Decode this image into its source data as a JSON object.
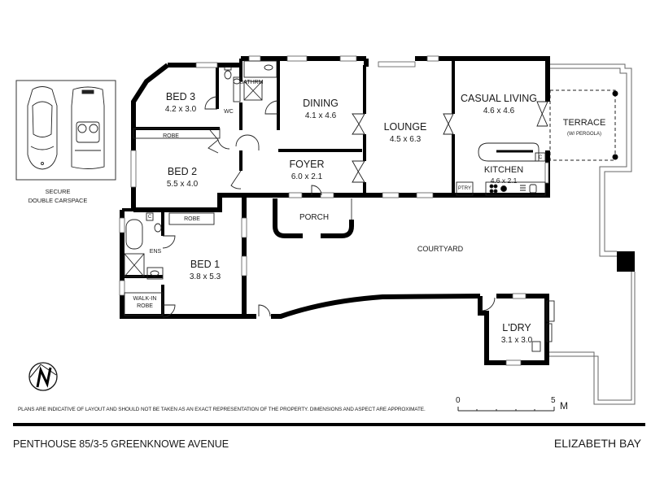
{
  "property": {
    "address": "PENTHOUSE 85/3-5 GREENKNOWE AVENUE",
    "suburb": "ELIZABETH BAY"
  },
  "disclaimer": "PLANS ARE  INDICATIVE OF LAYOUT AND SHOULD NOT BE TAKEN AS AN EXACT REPRESENTATION OF THE PROPERTY. DIMENSIONS AND ASPECT ARE APPROXIMATE.",
  "carspace": {
    "line1": "SECURE",
    "line2": "DOUBLE CARSPACE"
  },
  "compass": {
    "label": "N"
  },
  "scale": {
    "start": "0",
    "end": "5",
    "unit": "M"
  },
  "rooms": {
    "bed3": {
      "name": "BED 3",
      "dims": "4.2 x 3.0"
    },
    "bed2": {
      "name": "BED 2",
      "dims": "5.5 x 4.0"
    },
    "bed1": {
      "name": "BED 1",
      "dims": "3.8 x 5.3"
    },
    "dining": {
      "name": "DINING",
      "dims": "4.1 x 4.6"
    },
    "lounge": {
      "name": "LOUNGE",
      "dims": "4.5 x 6.3"
    },
    "foyer": {
      "name": "FOYER",
      "dims": "6.0 x 2.1"
    },
    "casual_living": {
      "name": "CASUAL LIVING",
      "dims": "4.6 x 4.6"
    },
    "kitchen": {
      "name": "KITCHEN",
      "dims": "4.6 x 2.1"
    },
    "terrace": {
      "name": "TERRACE",
      "note": "(W/ PERGOLA)"
    },
    "laundry": {
      "name": "L'DRY",
      "dims": "3.1 x 3.0"
    },
    "porch": {
      "name": "PORCH"
    },
    "courtyard": {
      "name": "COURTYARD"
    },
    "bathroom": {
      "name": "BATHRM"
    },
    "wc": {
      "name": "WC"
    },
    "ensuite": {
      "name": "ENS"
    },
    "robe_bed2": {
      "name": "ROBE"
    },
    "robe_bed1": {
      "name": "ROBE"
    },
    "walkin_robe": {
      "line1": "WALK-IN",
      "line2": "ROBE"
    },
    "pantry": {
      "name": "PTRY"
    },
    "cupboard_ens": {
      "name": "C"
    },
    "cupboard_kitchen": {
      "name": "C"
    }
  },
  "colors": {
    "wall": "#000000",
    "line": "#222222",
    "background": "#ffffff",
    "light_line": "#888888"
  }
}
